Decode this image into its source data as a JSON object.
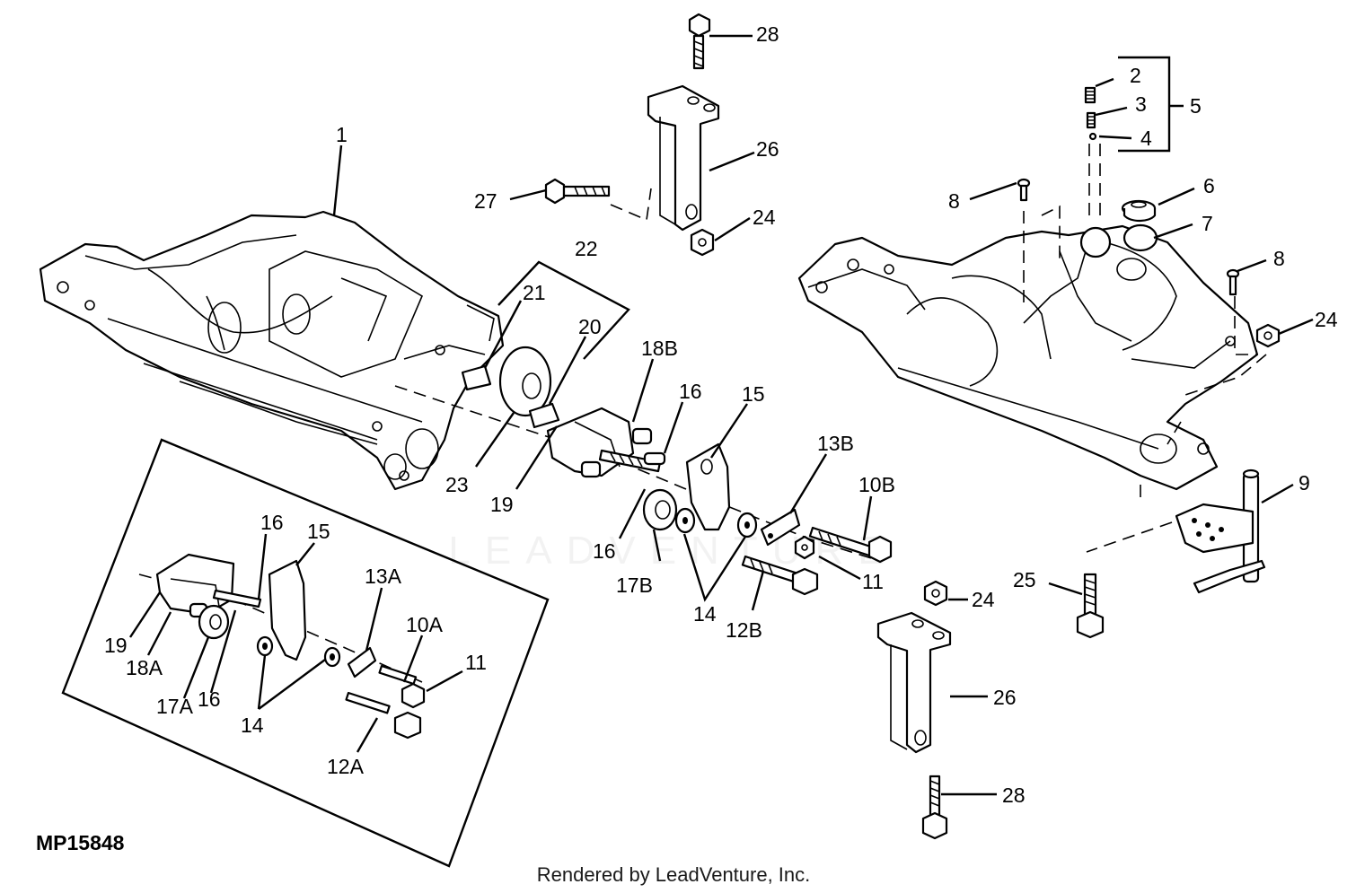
{
  "diagram_code": "MP15848",
  "footer": "Rendered by LeadVenture, Inc.",
  "watermark": "LEADVENTURE",
  "callouts": {
    "c1": "1",
    "c2": "2",
    "c3": "3",
    "c4": "4",
    "c5": "5",
    "c6": "6",
    "c7": "7",
    "c8a": "8",
    "c8b": "8",
    "c9": "9",
    "c10b": "10B",
    "c11": "11",
    "c12b": "12B",
    "c13b": "13B",
    "c14": "14",
    "c15": "15",
    "c16a": "16",
    "c16b": "16",
    "c17b": "17B",
    "c18b": "18B",
    "c19": "19",
    "c20": "20",
    "c21": "21",
    "c22": "22",
    "c23": "23",
    "c24a": "24",
    "c24b": "24",
    "c24c": "24",
    "c25": "25",
    "c26a": "26",
    "c26b": "26",
    "c27": "27",
    "c28a": "28",
    "c28b": "28",
    "i10a": "10A",
    "i11": "11",
    "i12a": "12A",
    "i13a": "13A",
    "i14": "14",
    "i15": "15",
    "i16a": "16",
    "i16b": "16",
    "i17a": "17A",
    "i18a": "18A",
    "i19": "19"
  }
}
